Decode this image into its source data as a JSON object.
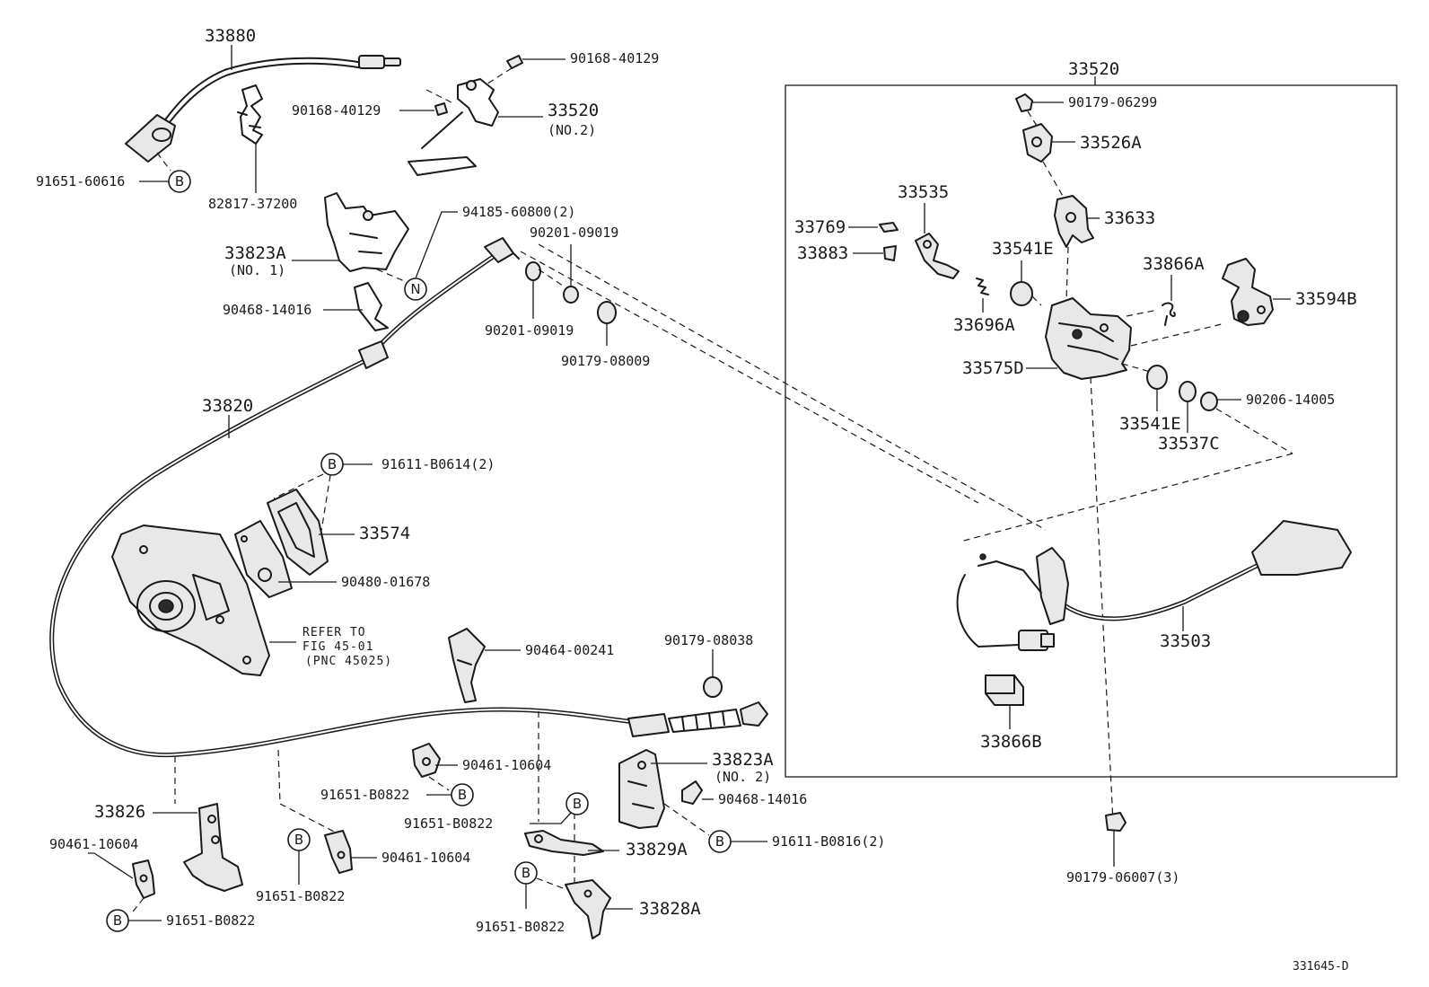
{
  "labels": {
    "p33880": "33880",
    "p90168_top": "90168-40129",
    "p90168_left": "90168-40129",
    "p33520_no2": "33520",
    "p33520_no2_sub": "(NO.2)",
    "p91651_60616": "91651-60616",
    "p82817": "82817-37200",
    "p94185": "94185-60800(2)",
    "p90201_a": "90201-09019",
    "p90201_b": "90201-09019",
    "p90179_08009": "90179-08009",
    "p33823A_no1": "33823A",
    "p33823A_no1_sub": "(NO. 1)",
    "p90468_top": "90468-14016",
    "p33820": "33820",
    "p91611_b0614": "91611-B0614(2)",
    "p33574": "33574",
    "p90480": "90480-01678",
    "refer_1": "REFER TO",
    "refer_2": "FIG 45-01",
    "refer_3": "(PNC 45025)",
    "p90464": "90464-00241",
    "p90179_08038": "90179-08038",
    "p90461_mid": "90461-10604",
    "p91651_mid": "91651-B0822",
    "p33823A_no2": "33823A",
    "p33823A_no2_sub": "(NO. 2)",
    "p90468_bottom": "90468-14016",
    "p91651_829": "91651-B0822",
    "p33829A": "33829A",
    "p91611_b0816": "91611-B0816(2)",
    "p33826": "33826",
    "p90461_left": "90461-10604",
    "p91651_left": "91651-B0822",
    "p90461_b": "90461-10604",
    "p91651_b": "91651-B0822",
    "p33828A": "33828A",
    "p91651_bottom": "91651-B0822",
    "p33520_main": "33520",
    "p90179_06299": "90179-06299",
    "p33526A": "33526A",
    "p33535": "33535",
    "p33633": "33633",
    "p33769": "33769",
    "p33883": "33883",
    "p33541E_top": "33541E",
    "p33866A": "33866A",
    "p33594B": "33594B",
    "p33696A": "33696A",
    "p33575D": "33575D",
    "p90206": "90206-14005",
    "p33541E_bottom": "33541E",
    "p33537C": "33537C",
    "p33503": "33503",
    "p33866B": "33866B",
    "p90179_06007": "90179-06007(3)",
    "figure_code": "331645-D"
  },
  "markers": {
    "b": "B",
    "n": "N"
  }
}
